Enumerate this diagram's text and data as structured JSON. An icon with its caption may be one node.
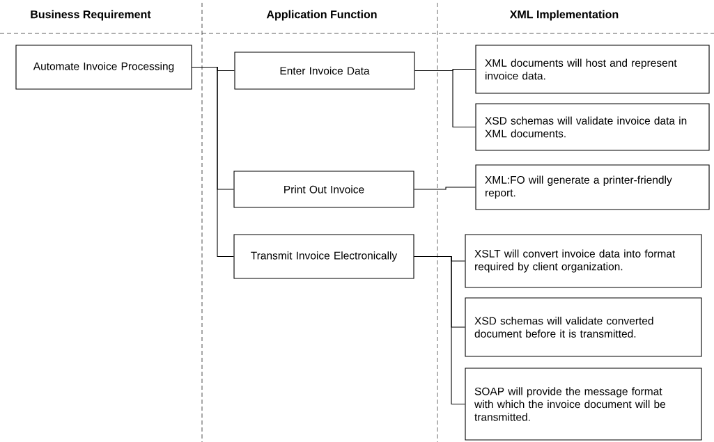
{
  "diagram": {
    "nodes": [
      {
        "text": [
          "Automate Invoice Processing"
        ]
      },
      {
        "text": [
          "Enter Invoice Data"
        ]
      },
      {
        "text": [
          "Print Out Invoice"
        ]
      },
      {
        "text": [
          "Transmit Invoice Electronically"
        ]
      },
      {
        "text": [
          "XML documents will host and represent invoice data."
        ]
      },
      {
        "text": [
          "XSD schemas will validate invoice data in XML documents."
        ]
      },
      {
        "text": [
          "XML:FO will generate a printer-friendly report."
        ]
      },
      {
        "text": [
          "XSLT will convert invoice data into format required by client organization."
        ]
      },
      {
        "text": [
          "XSD schemas will validate converted document before it is transmitted."
        ]
      },
      {
        "text": [
          "SOAP will provide the message format with which the invoice document will be transmitted."
        ]
      }
    ],
    "edges": [
      {
        "from": 0,
        "to": 1,
        "arrow": "none"
      },
      {
        "from": 0,
        "to": 2,
        "arrow": "none"
      },
      {
        "from": 0,
        "to": 3,
        "arrow": "none"
      },
      {
        "from": 1,
        "to": 4,
        "arrow": "none"
      },
      {
        "from": 1,
        "to": 5,
        "arrow": "none"
      },
      {
        "from": 2,
        "to": 6,
        "arrow": "none"
      },
      {
        "from": 3,
        "to": 7,
        "arrow": "none"
      },
      {
        "from": 3,
        "to": 8,
        "arrow": "none"
      },
      {
        "from": 3,
        "to": 9,
        "arrow": "none"
      }
    ],
    "labels": [
      "Business Requirement",
      "Application Function",
      "XML Implementation"
    ]
  }
}
